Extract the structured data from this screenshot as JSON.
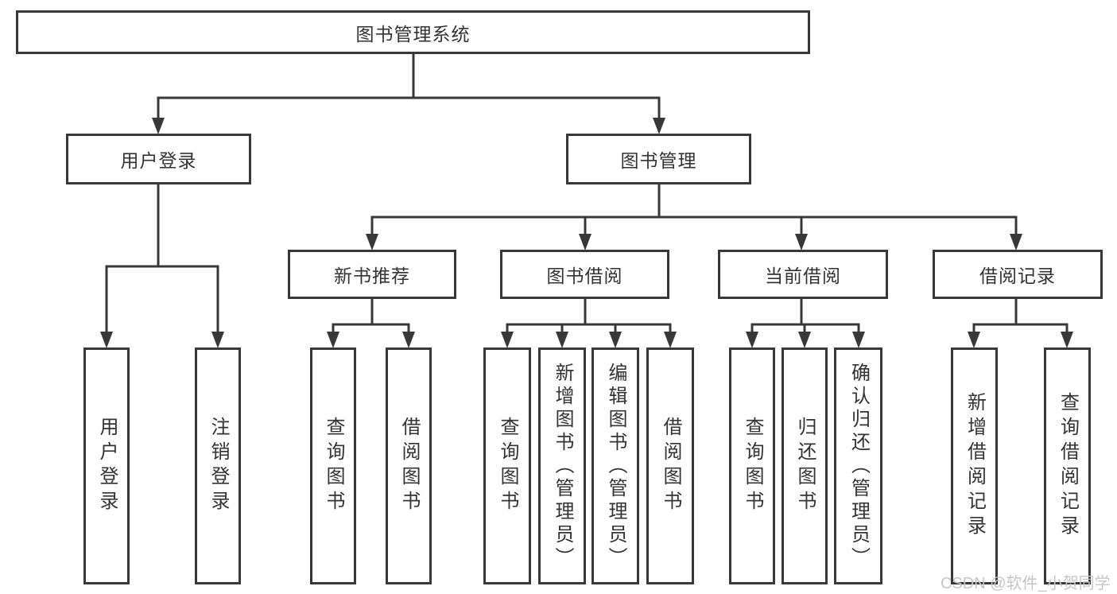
{
  "diagram": {
    "tree": {
      "label": "图书管理系统",
      "children": [
        {
          "label": "用户登录",
          "children": [
            {
              "label": "用户登录"
            },
            {
              "label": "注销登录"
            }
          ]
        },
        {
          "label": "图书管理",
          "children": [
            {
              "label": "新书推荐",
              "children": [
                {
                  "label": "查询图书"
                },
                {
                  "label": "借阅图书"
                }
              ]
            },
            {
              "label": "图书借阅",
              "children": [
                {
                  "label": "查询图书"
                },
                {
                  "label": "新增图书（管理员）"
                },
                {
                  "label": "编辑图书（管理员）"
                },
                {
                  "label": "借阅图书"
                }
              ]
            },
            {
              "label": "当前借阅",
              "children": [
                {
                  "label": "查询图书"
                },
                {
                  "label": "归还图书"
                },
                {
                  "label": "确认归还（管理员）"
                }
              ]
            },
            {
              "label": "借阅记录",
              "children": [
                {
                  "label": "新增借阅记录"
                },
                {
                  "label": "查询借阅记录"
                }
              ]
            }
          ]
        }
      ]
    },
    "watermark": {
      "text": "CSDN @软件_小贺同学"
    },
    "colors": {
      "line": "#383838",
      "text": "#333333",
      "watermark": "#c6c6c6"
    }
  }
}
